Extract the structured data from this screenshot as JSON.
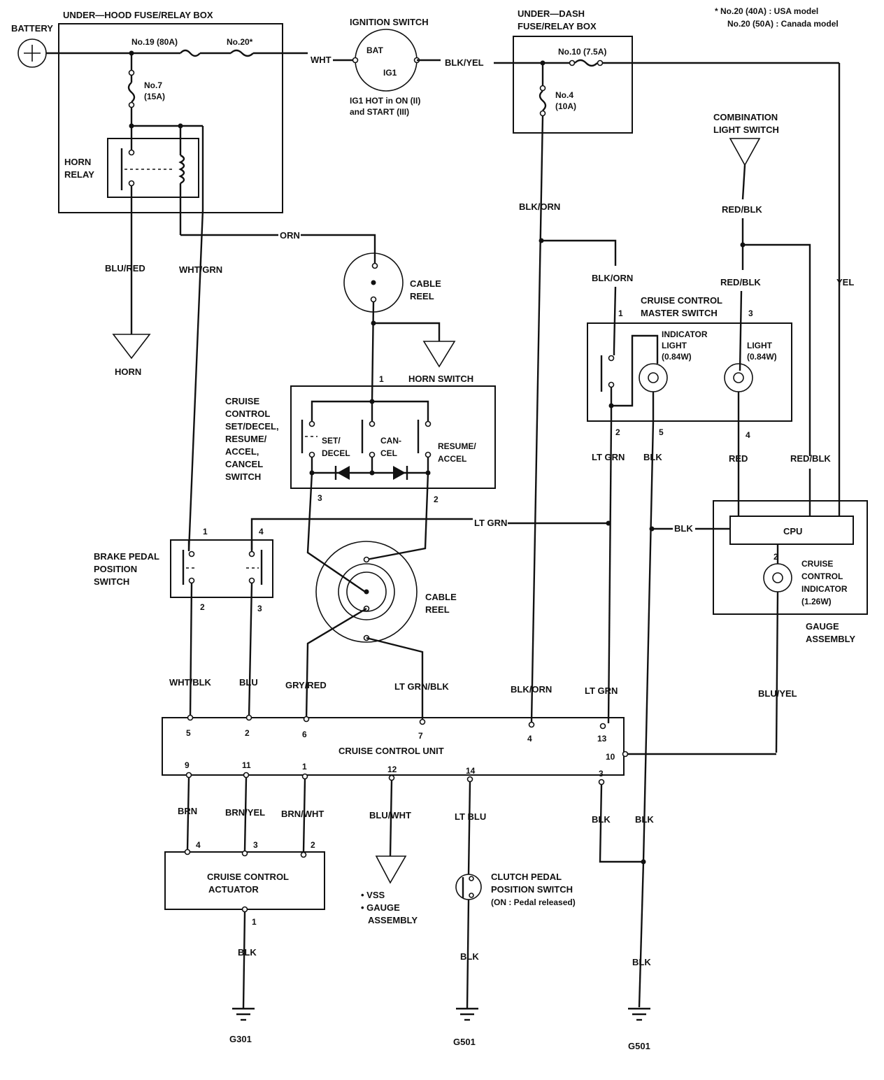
{
  "title": {
    "note_line1": "* No.20 (40A) : USA model",
    "note_line2": "No.20 (50A) : Canada model"
  },
  "battery": {
    "label": "BATTERY"
  },
  "under_hood_box": {
    "title": "UNDER—HOOD FUSE/RELAY BOX",
    "fuse19": "No.19 (80A)",
    "fuse20": "No.20*",
    "fuse7_line1": "No.7",
    "fuse7_line2": "(15A)",
    "relay_line1": "HORN",
    "relay_line2": "RELAY"
  },
  "ignition": {
    "title": "IGNITION SWITCH",
    "bat": "BAT",
    "ig1": "IG1",
    "note_line1": "IG1 HOT in ON (II)",
    "note_line2": "and START (III)"
  },
  "under_dash_box": {
    "title_line1": "UNDER—DASH",
    "title_line2": "FUSE/RELAY BOX",
    "fuse10": "No.10 (7.5A)",
    "fuse4_line1": "No.4",
    "fuse4_line2": "(10A)"
  },
  "wires": {
    "wht": "WHT",
    "blk_yel": "BLK/YEL",
    "orn": "ORN",
    "blu_red": "BLU/RED",
    "wht_grn": "WHT/GRN",
    "blk_orn_1": "BLK/ORN",
    "blk_orn_2": "BLK/ORN",
    "blk_orn_3": "BLK/ORN",
    "red_blk_1": "RED/BLK",
    "red_blk_2": "RED/BLK",
    "red_blk_3": "RED/BLK",
    "yel": "YEL",
    "lt_grn_1": "LT GRN",
    "lt_grn_2": "LT GRN",
    "lt_grn_3": "LT GRN",
    "blk_1": "BLK",
    "blk_2": "BLK",
    "blk_3": "BLK",
    "blk_4": "BLK",
    "blk_5": "BLK",
    "blk_6": "BLK",
    "blk_7": "BLK",
    "red": "RED",
    "wht_blk": "WHT/BLK",
    "blu": "BLU",
    "gry_red": "GRY/RED",
    "lt_grn_blk": "LT GRN/BLK",
    "blu_yel": "BLU/YEL",
    "brn": "BRN",
    "brn_yel": "BRN/YEL",
    "brn_wht": "BRN/WHT",
    "blu_wht": "BLU/WHT",
    "lt_blu": "LT BLU"
  },
  "horn": {
    "label": "HORN"
  },
  "cable_reel": {
    "label_line1": "CABLE",
    "label_line2": "REEL"
  },
  "horn_switch": {
    "label": "HORN SWITCH"
  },
  "cruise_switch": {
    "title_lines": [
      "CRUISE",
      "CONTROL",
      "SET/DECEL,",
      "RESUME/",
      "ACCEL,",
      "CANCEL",
      "SWITCH"
    ],
    "set_line1": "SET/",
    "set_line2": "DECEL",
    "cancel_line1": "CAN-",
    "cancel_line2": "CEL",
    "resume_line1": "RESUME/",
    "resume_line2": "ACCEL"
  },
  "combination_switch": {
    "line1": "COMBINATION",
    "line2": "LIGHT SWITCH"
  },
  "master_switch": {
    "title_line1": "CRUISE CONTROL",
    "title_line2": "MASTER SWITCH",
    "indicator_line1": "INDICATOR",
    "indicator_line2": "LIGHT",
    "indicator_line3": "(0.84W)",
    "light_line1": "LIGHT",
    "light_line2": "(0.84W)"
  },
  "gauge": {
    "cpu": "CPU",
    "indicator_line1": "CRUISE",
    "indicator_line2": "CONTROL",
    "indicator_line3": "INDICATOR",
    "indicator_line4": "(1.26W)",
    "assembly_line1": "GAUGE",
    "assembly_line2": "ASSEMBLY"
  },
  "brake_switch": {
    "line1": "BRAKE PEDAL",
    "line2": "POSITION",
    "line3": "SWITCH"
  },
  "cruise_unit": {
    "label": "CRUISE CONTROL UNIT"
  },
  "actuator": {
    "line1": "CRUISE CONTROL",
    "line2": "ACTUATOR"
  },
  "vss": {
    "line1": "• VSS",
    "line2": "• GAUGE",
    "line3": "ASSEMBLY"
  },
  "clutch": {
    "line1": "CLUTCH PEDAL",
    "line2": "POSITION SWITCH",
    "line3": "(ON : Pedal released)"
  },
  "grounds": {
    "g301": "G301",
    "g501_a": "G501",
    "g501_b": "G501"
  },
  "pins": {
    "hs1": "1",
    "hs3": "3",
    "hs2": "2",
    "ms1": "1",
    "ms3": "3",
    "ms2": "2",
    "ms5": "5",
    "ms4": "4",
    "bp1": "1",
    "bp4": "4",
    "bp2": "2",
    "bp3": "3",
    "cu5": "5",
    "cu2": "2",
    "cu6": "6",
    "cu7": "7",
    "cu4": "4",
    "cu13": "13",
    "cu10": "10",
    "cu9": "9",
    "cu11": "11",
    "cu1": "1",
    "cu12": "12",
    "cu14": "14",
    "cu3": "3",
    "ac4": "4",
    "ac3": "3",
    "ac2": "2",
    "ac1": "1",
    "gi": "2"
  }
}
